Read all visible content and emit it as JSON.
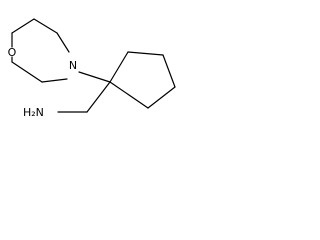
{
  "molecule": {
    "atom_labels": {
      "oxygen": "O",
      "nitrogen": "N",
      "amine": "H₂N"
    }
  },
  "colors": {
    "background": "#ffffff",
    "bond": "#000000",
    "text": "#000000"
  }
}
